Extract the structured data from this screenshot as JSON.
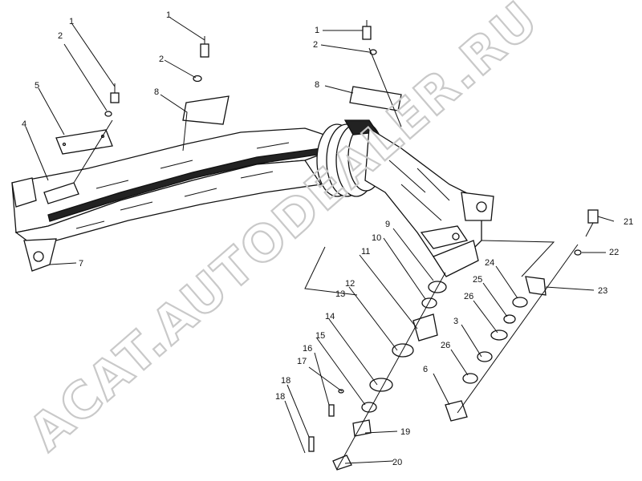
{
  "watermark": "ACAT.AUTODEALER.RU",
  "callouts": {
    "c1a": "1",
    "c2a": "2",
    "c1b": "1",
    "c2b": "2",
    "c8a": "8",
    "c5": "5",
    "c4": "4",
    "c1c": "1",
    "c2c": "2",
    "c8b": "8",
    "c7": "7",
    "c9": "9",
    "c10": "10",
    "c11": "11",
    "c12": "12",
    "c13": "13",
    "c14": "14",
    "c15": "15",
    "c16": "16",
    "c17": "17",
    "c18a": "18",
    "c18b": "18",
    "c19": "19",
    "c20": "20",
    "c21": "21",
    "c22": "22",
    "c23": "23",
    "c24": "24",
    "c25": "25",
    "c26a": "26",
    "c3": "3",
    "c26b": "26",
    "c6": "6"
  },
  "colors": {
    "ink": "#111111",
    "watermark": "#c9c9c9"
  }
}
